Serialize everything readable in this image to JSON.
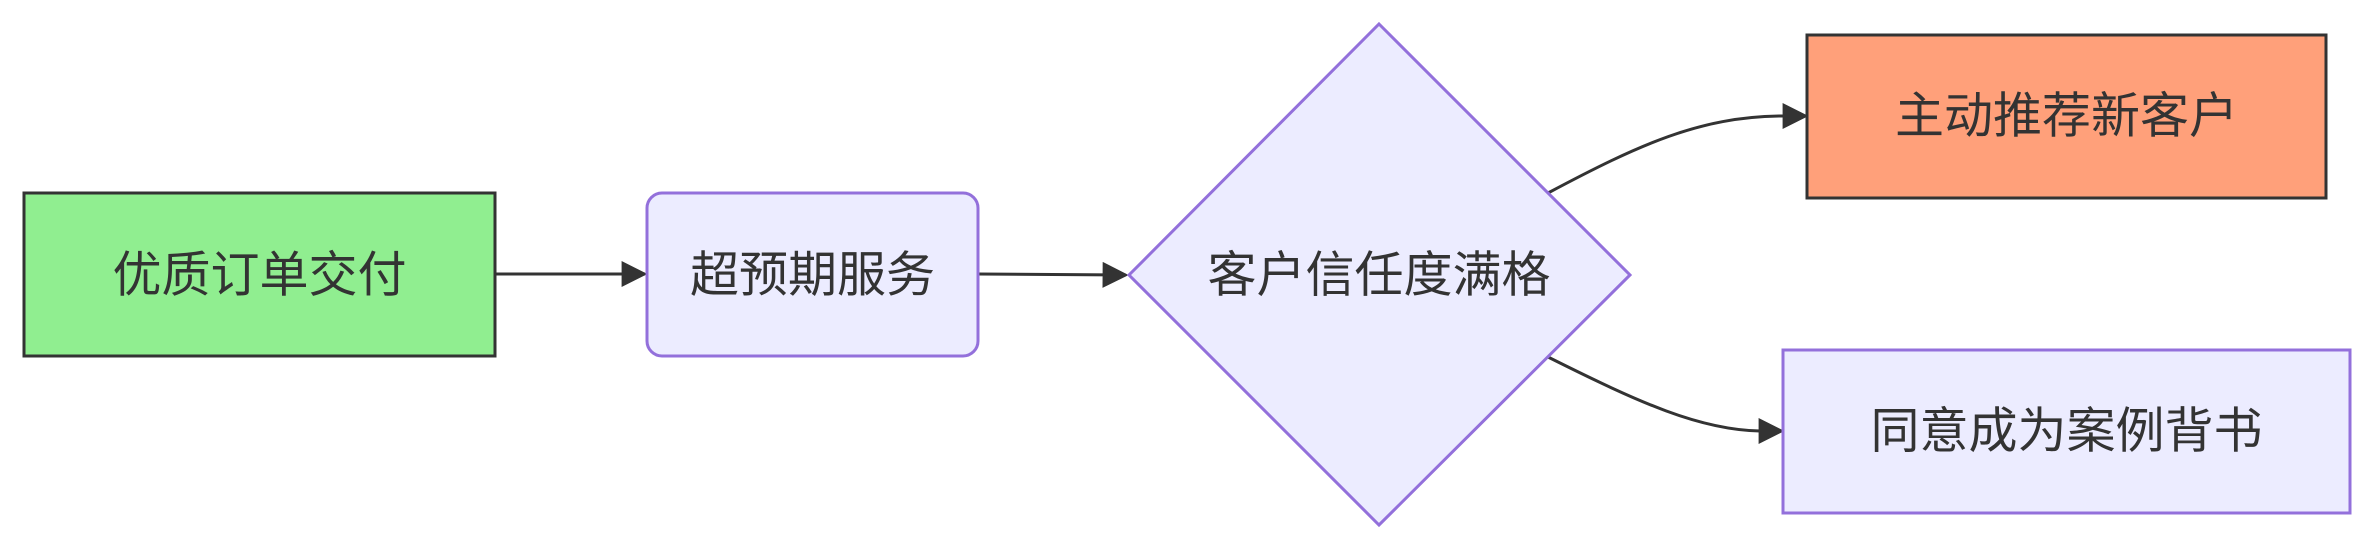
{
  "diagram": {
    "type": "flowchart",
    "direction": "left-to-right",
    "nodes": {
      "quality_delivery": {
        "label": "优质订单交付",
        "shape": "rectangle",
        "fill": "#90ee90",
        "stroke": "#333333"
      },
      "beyond_service": {
        "label": "超预期服务",
        "shape": "rounded-rectangle",
        "fill": "#ececff",
        "stroke": "#9370db"
      },
      "trust_full": {
        "label": "客户信任度满格",
        "shape": "diamond",
        "fill": "#ececff",
        "stroke": "#9370db"
      },
      "refer_clients": {
        "label": "主动推荐新客户",
        "shape": "rectangle",
        "fill": "#ffa07a",
        "stroke": "#333333"
      },
      "case_endorse": {
        "label": "同意成为案例背书",
        "shape": "rectangle",
        "fill": "#ececff",
        "stroke": "#9370db"
      }
    },
    "edges": [
      {
        "from": "quality_delivery",
        "to": "beyond_service"
      },
      {
        "from": "beyond_service",
        "to": "trust_full"
      },
      {
        "from": "trust_full",
        "to": "refer_clients"
      },
      {
        "from": "trust_full",
        "to": "case_endorse"
      }
    ],
    "colors": {
      "edge": "#333333",
      "text": "#333333"
    }
  }
}
